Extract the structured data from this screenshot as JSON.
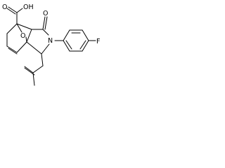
{
  "molecule": {
    "atom_labels": {
      "hydroxyl": "OH",
      "acid_oxygen": "O",
      "lactam_oxygen": "O",
      "bridge_oxygen": "O",
      "nitrogen": "N",
      "fluorine": "F"
    },
    "colors": {
      "bonds": "#000000",
      "labels": "#000000",
      "background": "#ffffff"
    }
  }
}
